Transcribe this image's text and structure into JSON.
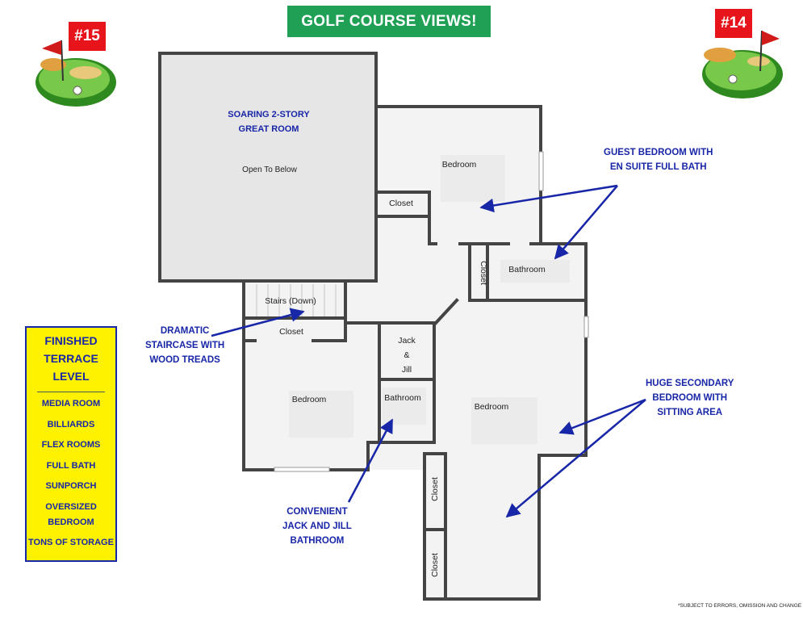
{
  "banner": {
    "text": "GOLF COURSE VIEWS!",
    "color": "#1fa055"
  },
  "holes": [
    {
      "label": "#15",
      "icon": "golf-green-icon"
    },
    {
      "label": "#14",
      "icon": "golf-green-icon"
    }
  ],
  "rooms": {
    "great_room_line1": "SOARING 2-STORY",
    "great_room_line2": "GREAT ROOM",
    "open_to_below": "Open To Below",
    "bedroom": "Bedroom",
    "closet": "Closet",
    "bathroom": "Bathroom",
    "stairs": "Stairs (Down)",
    "jack": "Jack",
    "amp": "&",
    "jill": "Jill"
  },
  "callouts": {
    "guest": [
      "GUEST BEDROOM WITH",
      "EN SUITE FULL BATH"
    ],
    "staircase": [
      "DRAMATIC",
      "STAIRCASE WITH",
      "WOOD TREADS"
    ],
    "secondary": [
      "HUGE SECONDARY",
      "BEDROOM WITH",
      "SITTING AREA"
    ],
    "jackjill": [
      "CONVENIENT",
      "JACK AND JILL",
      "BATHROOM"
    ],
    "color": "#1826a8"
  },
  "sidebar": {
    "title": [
      "FINISHED",
      "TERRACE",
      "LEVEL"
    ],
    "items": [
      "MEDIA ROOM",
      "BILLIARDS",
      "FLEX ROOMS",
      "FULL BATH",
      "SUNPORCH",
      "OVERSIZED",
      "BEDROOM",
      "TONS OF STORAGE"
    ],
    "background": "#fff200"
  },
  "disclaimer": "*SUBJECT TO ERRORS, OMISSION AND CHANGE"
}
